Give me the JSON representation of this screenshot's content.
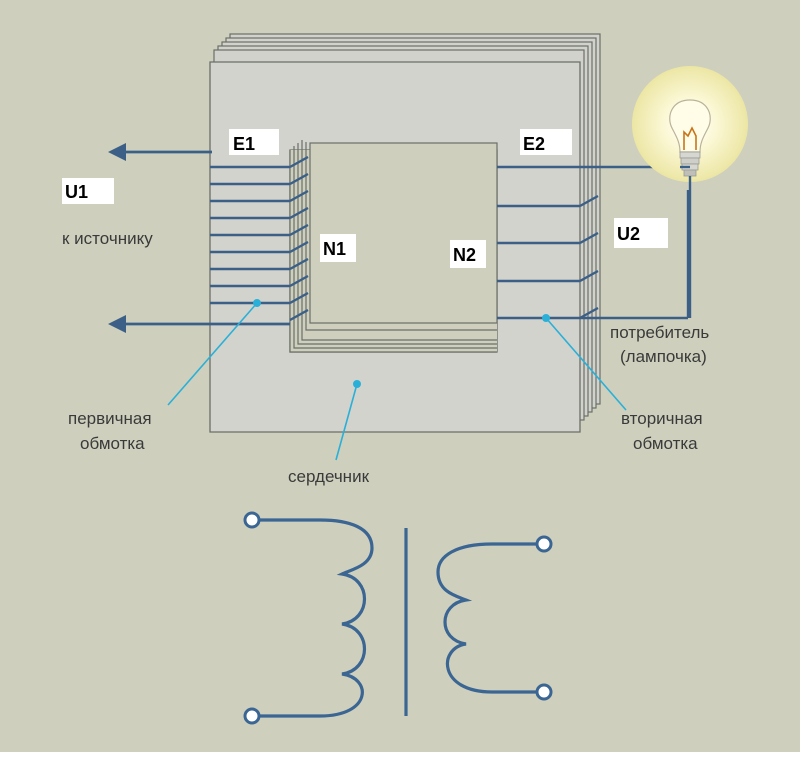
{
  "labels": {
    "e1": "E1",
    "e2": "E2",
    "u1": "U1",
    "u2": "U2",
    "n1": "N1",
    "n2": "N2",
    "source": "к источнику",
    "consumer_line1": "потребитель",
    "consumer_line2": "(лампочка)",
    "primary_line1": "первичная",
    "primary_line2": "обмотка",
    "secondary_line1": "вторичная",
    "secondary_line2": "обмотка",
    "core": "сердечник"
  },
  "colors": {
    "background": "#ced0bd",
    "core": "#d1d2cb",
    "core_edge": "#6b6f68",
    "wire": "#3b5f86",
    "leader": "#2ab0d8",
    "symbol": "#3b6592",
    "bulb_glow": "#f5f0b0"
  },
  "icons": {
    "bulb": "light-bulb-icon",
    "arrow": "arrow-left-icon"
  }
}
